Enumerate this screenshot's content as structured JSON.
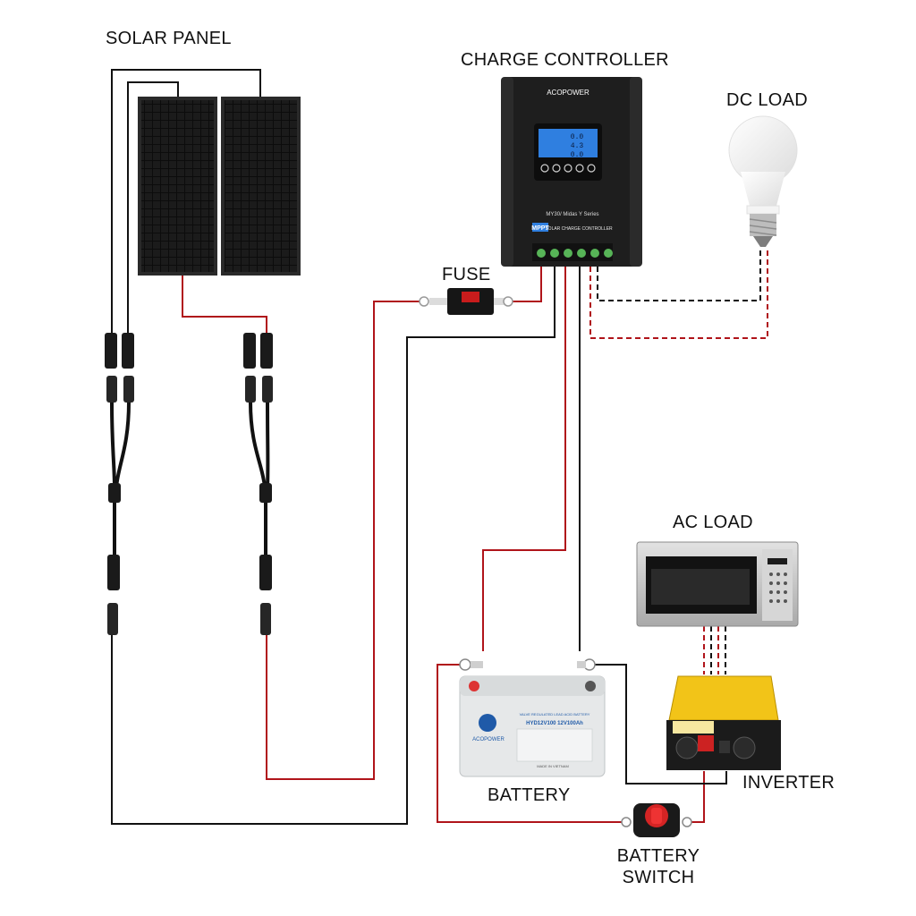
{
  "labels": {
    "solar_panel": "SOLAR PANEL",
    "charge_controller": "CHARGE CONTROLLER",
    "dc_load": "DC LOAD",
    "fuse": "FUSE",
    "ac_load": "AC LOAD",
    "battery": "BATTERY",
    "inverter": "INVERTER",
    "battery_switch_line1": "BATTERY",
    "battery_switch_line2": "SWITCH"
  },
  "controller": {
    "brand": "ACOPOWER",
    "model": "MY30/ Midas Y Series",
    "badge": "MPPT",
    "subtitle": "SOLAR CHARGE CONTROLLER",
    "lcd_line1": "0.0",
    "lcd_line2": "4.3",
    "lcd_line3": "0.0"
  },
  "battery_unit": {
    "brand": "ACOPOWER",
    "type": "VALVE REGULATED LEAD ACID BATTERY",
    "model": "HYD12V100 12V100Ah",
    "origin": "MADE IN VIETNAM"
  },
  "colors": {
    "wire_positive": "#b0141a",
    "wire_negative": "#111111",
    "panel": "#111111",
    "controller_body": "#1e1e1e",
    "lcd": "#2f7fe0",
    "inverter": "#f2c418",
    "battery_case": "#e6e8e9",
    "microwave": "#c9c9c9"
  }
}
